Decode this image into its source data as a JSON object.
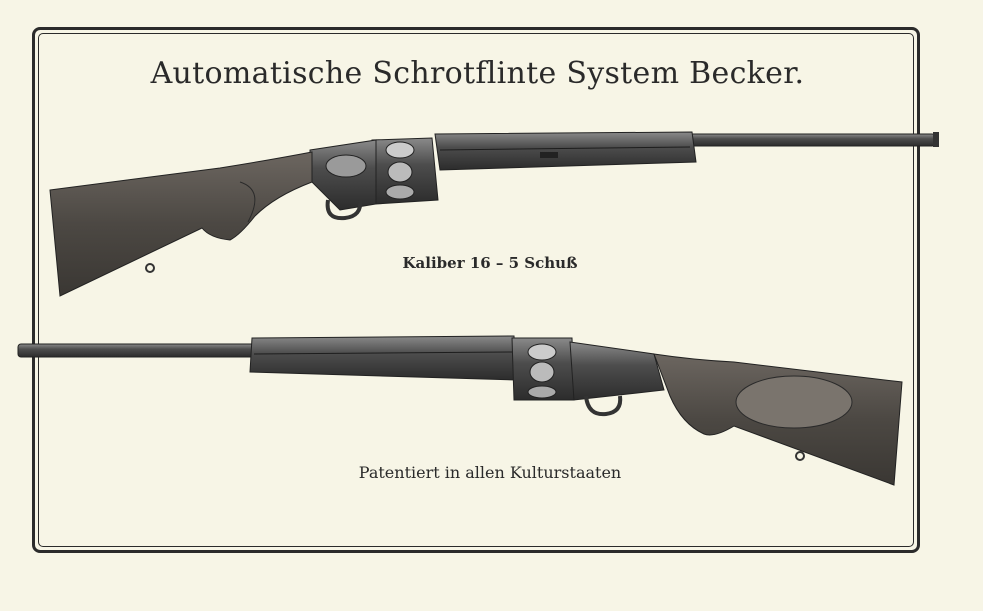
{
  "title": "Automatische Schrotflinte System Becker.",
  "caliber_caption": "Kaliber 16 – 5 Schuß",
  "patent_caption": "Patentiert in allen Kulturstaaten",
  "colors": {
    "paper": "#f7f5e6",
    "ink": "#2a2a2a",
    "metal": "#4a4a4a",
    "wood": "#5a5550"
  }
}
